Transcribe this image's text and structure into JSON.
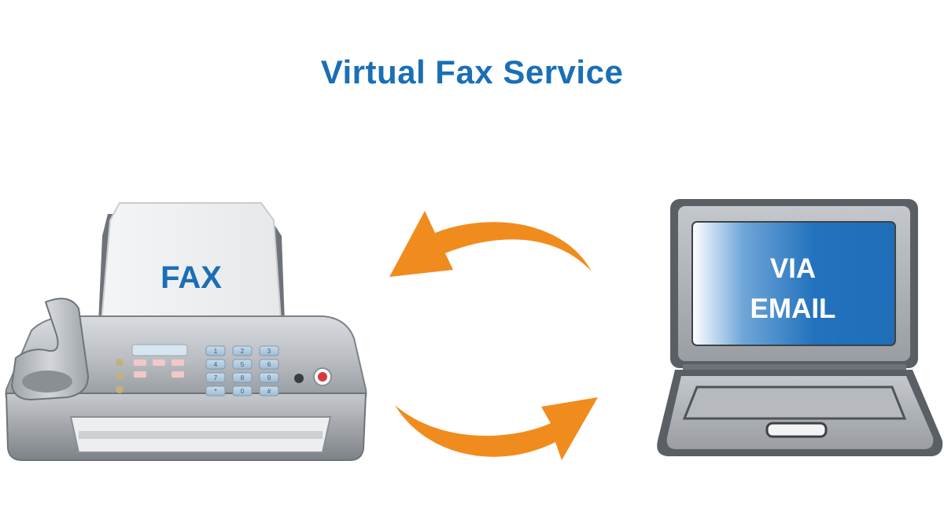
{
  "title": "Virtual Fax Service",
  "fax_machine": {
    "paper_label": "FAX",
    "keypad": [
      "1",
      "2",
      "3",
      "4",
      "5",
      "6",
      "7",
      "8",
      "9",
      "*",
      "0",
      "#"
    ]
  },
  "laptop": {
    "screen_line1": "VIA",
    "screen_line2": "EMAIL"
  },
  "colors": {
    "title": "#1a6fb5",
    "arrow": "#f08c1e",
    "screen": "#1e73be",
    "device_gray": "#a9adb2"
  }
}
